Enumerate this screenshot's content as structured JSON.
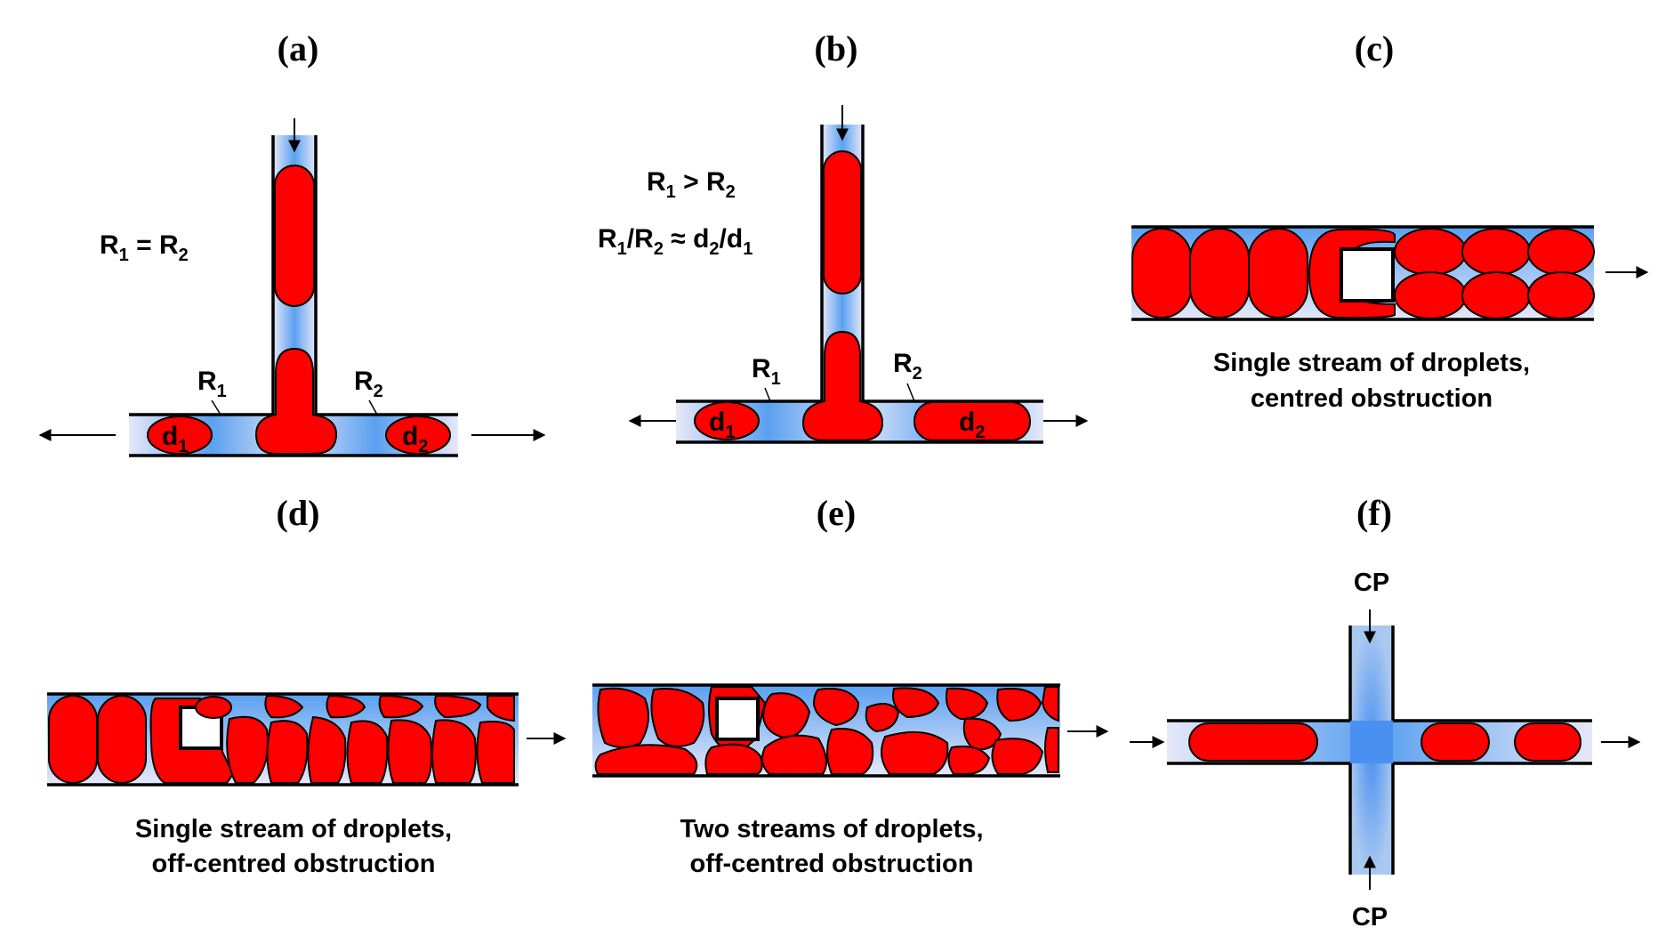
{
  "panels": {
    "a": {
      "label": "(a)",
      "relation": {
        "r1": "R",
        "s1": "1",
        "op": " = ",
        "r2": "R",
        "s2": "2"
      },
      "r1": "R",
      "r1_sub": "1",
      "r2": "R",
      "r2_sub": "2",
      "d1": "d",
      "d1_sub": "1",
      "d2": "d",
      "d2_sub": "2"
    },
    "b": {
      "label": "(b)",
      "rel1": {
        "r1": "R",
        "s1": "1",
        "op": " > ",
        "r2": "R",
        "s2": "2"
      },
      "rel2": {
        "r1": "R",
        "s1": "1",
        "slash": "/",
        "r2": "R",
        "s2": "2",
        "approx": " ≈ ",
        "d2": "d",
        "s3": "2",
        "slash2": "/",
        "d1": "d",
        "s4": "1"
      },
      "r1": "R",
      "r1_sub": "1",
      "r2": "R",
      "r2_sub": "2",
      "d1": "d",
      "d1_sub": "1",
      "d2": "d",
      "d2_sub": "2"
    },
    "c": {
      "label": "(c)",
      "caption_line1": "Single stream of droplets,",
      "caption_line2": "centred obstruction"
    },
    "d": {
      "label": "(d)",
      "caption_line1": "Single stream of droplets,",
      "caption_line2": "off-centred obstruction"
    },
    "e": {
      "label": "(e)",
      "caption_line1": "Two streams of droplets,",
      "caption_line2": "off-centred obstruction"
    },
    "f": {
      "label": "(f)",
      "cp_top": "CP",
      "cp_bottom": "CP"
    }
  },
  "colors": {
    "droplet": "#ff0000",
    "fluid": "#5aa0f0",
    "fluid_light": "#e6e8f8",
    "wall": "#000000"
  }
}
